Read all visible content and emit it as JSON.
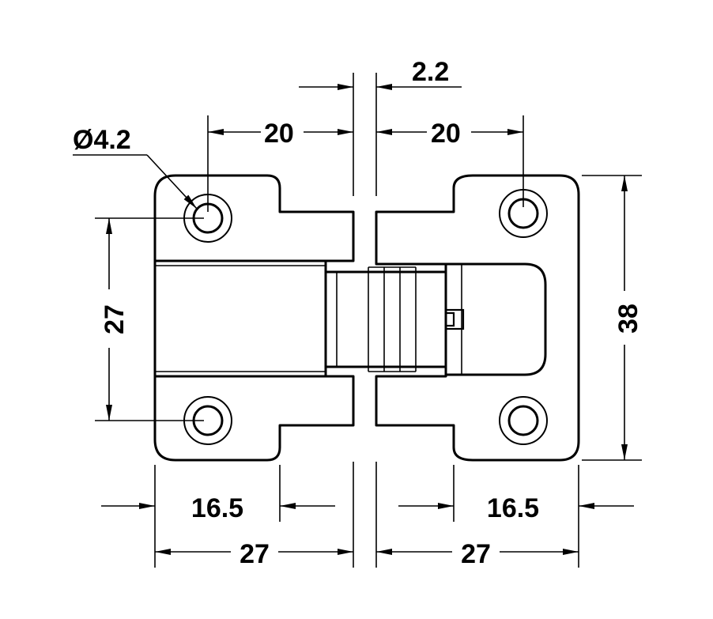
{
  "dimensions": {
    "gap": "2.2",
    "hole_offset_left": "20",
    "hole_offset_right": "20",
    "hole_diameter": "Ø4.2",
    "hole_spacing": "27",
    "height": "38",
    "bottom_left_inner": "16.5",
    "bottom_right_inner": "16.5",
    "bottom_left_width": "27",
    "bottom_right_width": "27"
  }
}
